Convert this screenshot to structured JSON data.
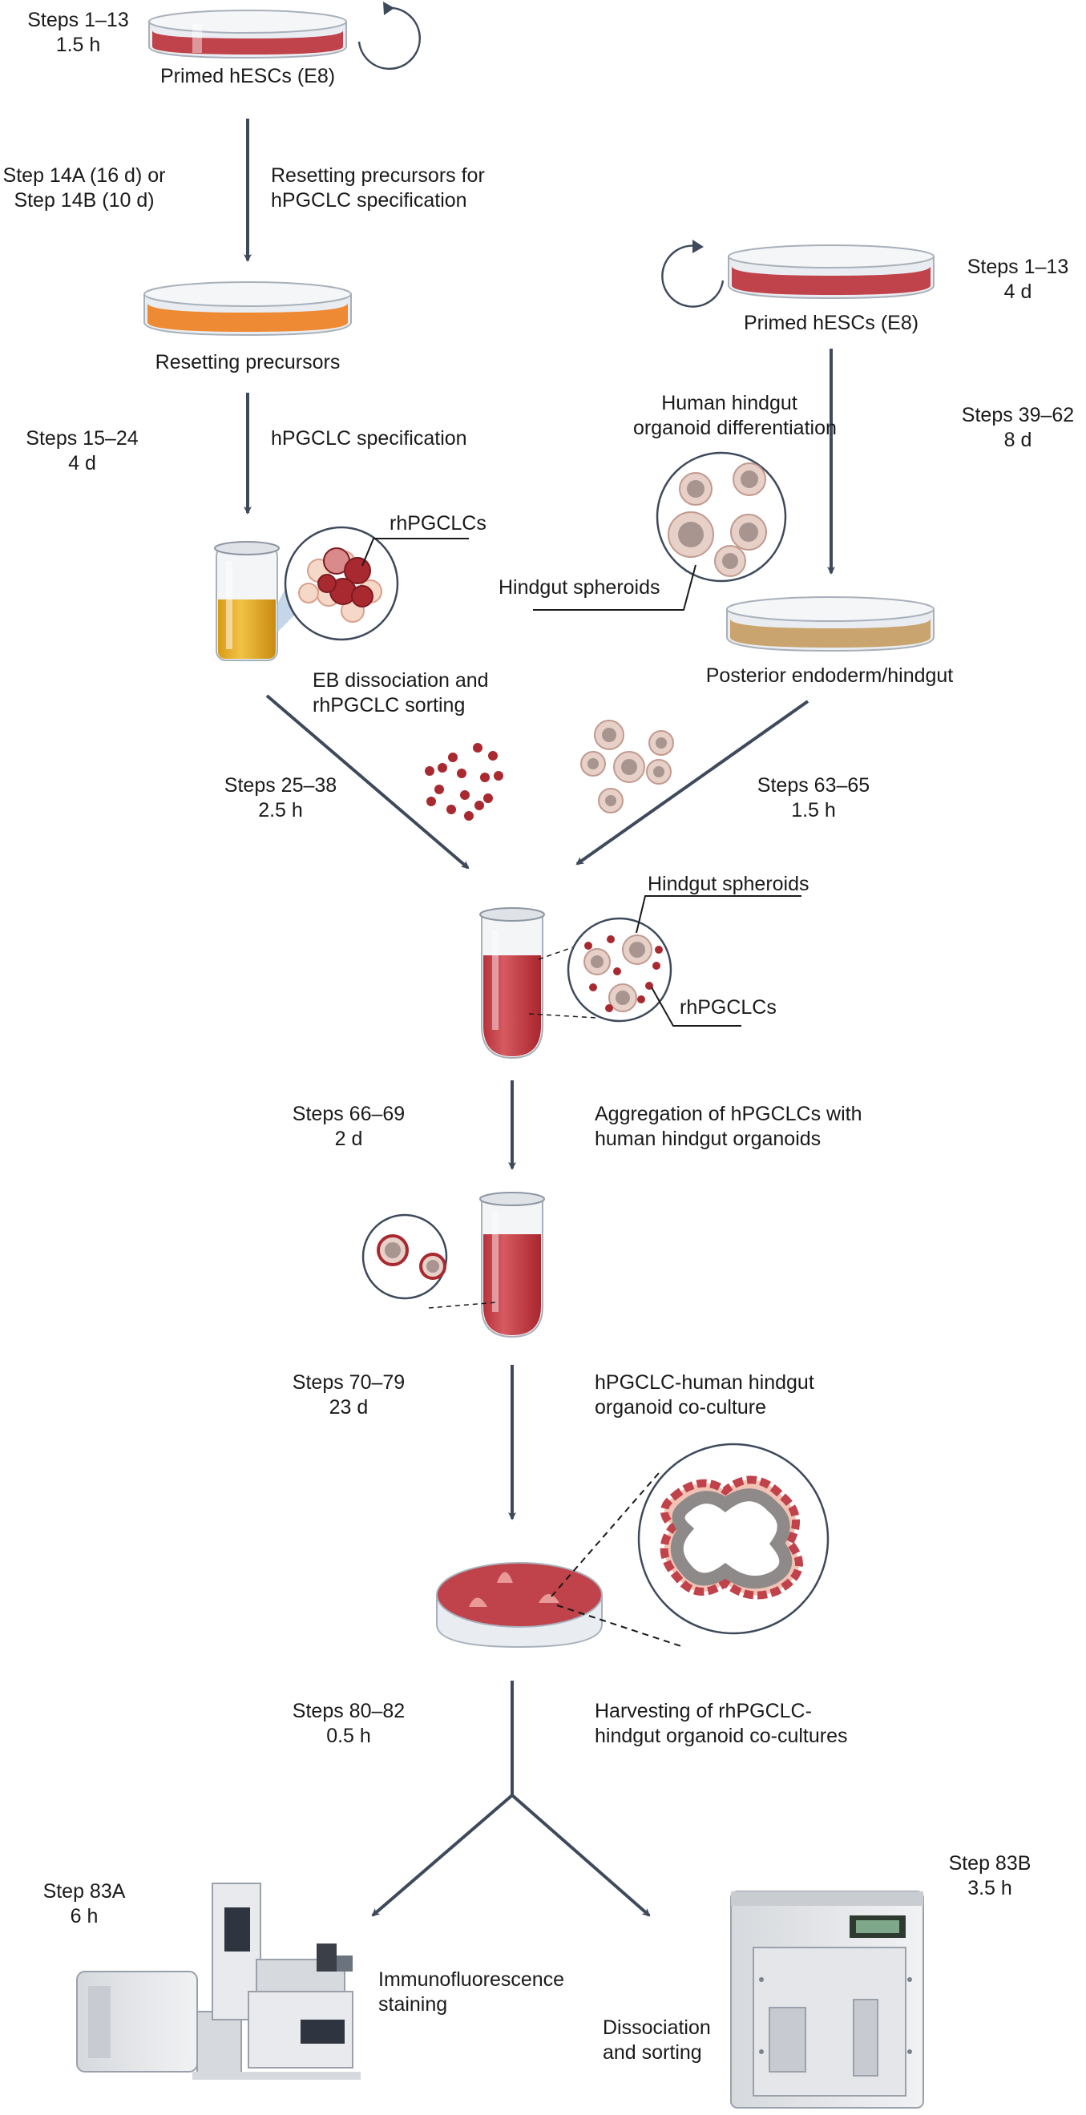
{
  "left_track": {
    "primed": {
      "steps": "Steps 1–13",
      "time": "1.5 h",
      "label": "Primed hESCs (E8)"
    },
    "reset": {
      "steps": "Step 14A (16 d) or",
      "steps2": "Step 14B (10 d)",
      "desc": "Resetting precursors for",
      "desc2": "hPGCLC specification",
      "label": "Resetting precursors"
    },
    "spec": {
      "steps": "Steps 15–24",
      "time": "4 d",
      "desc": "hPGCLC specification",
      "callout": "rhPGCLCs"
    },
    "sort": {
      "desc": "EB dissociation and",
      "desc2": "rhPGCLC sorting",
      "steps": "Steps 25–38",
      "time": "2.5 h"
    }
  },
  "right_track": {
    "primed": {
      "steps": "Steps 1–13",
      "time": "4 d",
      "label": "Primed hESCs (E8)"
    },
    "diff": {
      "desc": "Human hindgut",
      "desc2": "organoid differentiation",
      "steps": "Steps 39–62",
      "time": "8 d"
    },
    "hindgut": {
      "callout": "Hindgut spheroids",
      "label": "Posterior endoderm/hindgut"
    },
    "collect": {
      "steps": "Steps 63–65",
      "time": "1.5 h"
    }
  },
  "mix": {
    "callout_top": "Hindgut spheroids",
    "callout_bottom": "rhPGCLCs"
  },
  "aggregation": {
    "steps": "Steps 66–69",
    "time": "2 d",
    "desc": "Aggregation of hPGCLCs with",
    "desc2": "human hindgut organoids"
  },
  "coculture": {
    "steps": "Steps 70–79",
    "time": "23 d",
    "desc": "hPGCLC-human hindgut",
    "desc2": "organoid co-culture"
  },
  "harvest": {
    "steps": "Steps 80–82",
    "time": "0.5 h",
    "desc": "Harvesting of rhPGCLC-",
    "desc2": "hindgut organoid co-cultures"
  },
  "branch_a": {
    "steps": "Step 83A",
    "time": "6 h",
    "desc": "Immunofluorescence",
    "desc2": "staining"
  },
  "branch_b": {
    "steps": "Step 83B",
    "time": "3.5 h",
    "desc": "Dissociation",
    "desc2": "and sorting"
  },
  "colors": {
    "arrow": "#3e4a5c",
    "media_red": "#c0424a",
    "media_orange": "#ee8a34",
    "media_gold": "#e4b02a",
    "media_tan": "#c9a46e",
    "cell_dark": "#a82a30"
  }
}
